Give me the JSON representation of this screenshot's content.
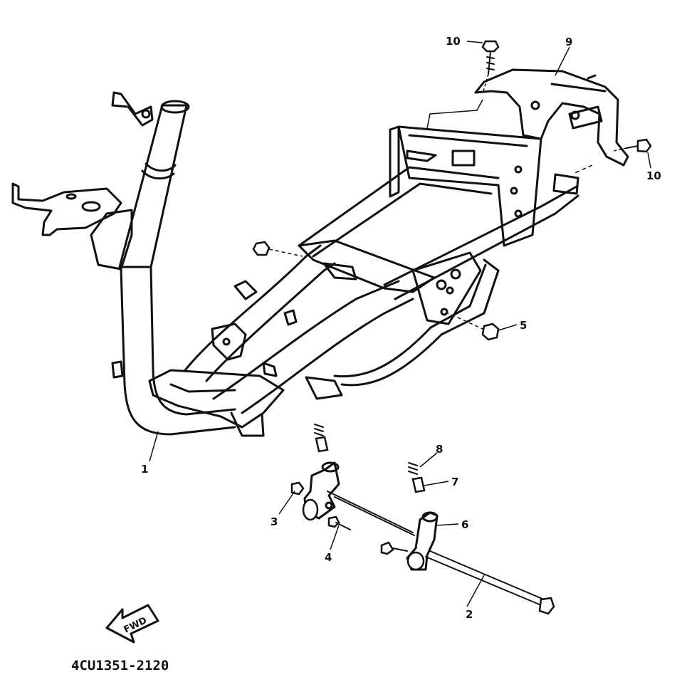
{
  "diagram": {
    "reference_code": "4CU1351-2120",
    "direction_arrow_text": "FWD",
    "callouts": [
      {
        "id": "1",
        "label": "1"
      },
      {
        "id": "2",
        "label": "2"
      },
      {
        "id": "3",
        "label": "3"
      },
      {
        "id": "4",
        "label": "4"
      },
      {
        "id": "5",
        "label": "5"
      },
      {
        "id": "6",
        "label": "6"
      },
      {
        "id": "7",
        "label": "7"
      },
      {
        "id": "8",
        "label": "8"
      },
      {
        "id": "9",
        "label": "9"
      },
      {
        "id": "10a",
        "label": "10"
      },
      {
        "id": "10b",
        "label": "10"
      }
    ]
  }
}
